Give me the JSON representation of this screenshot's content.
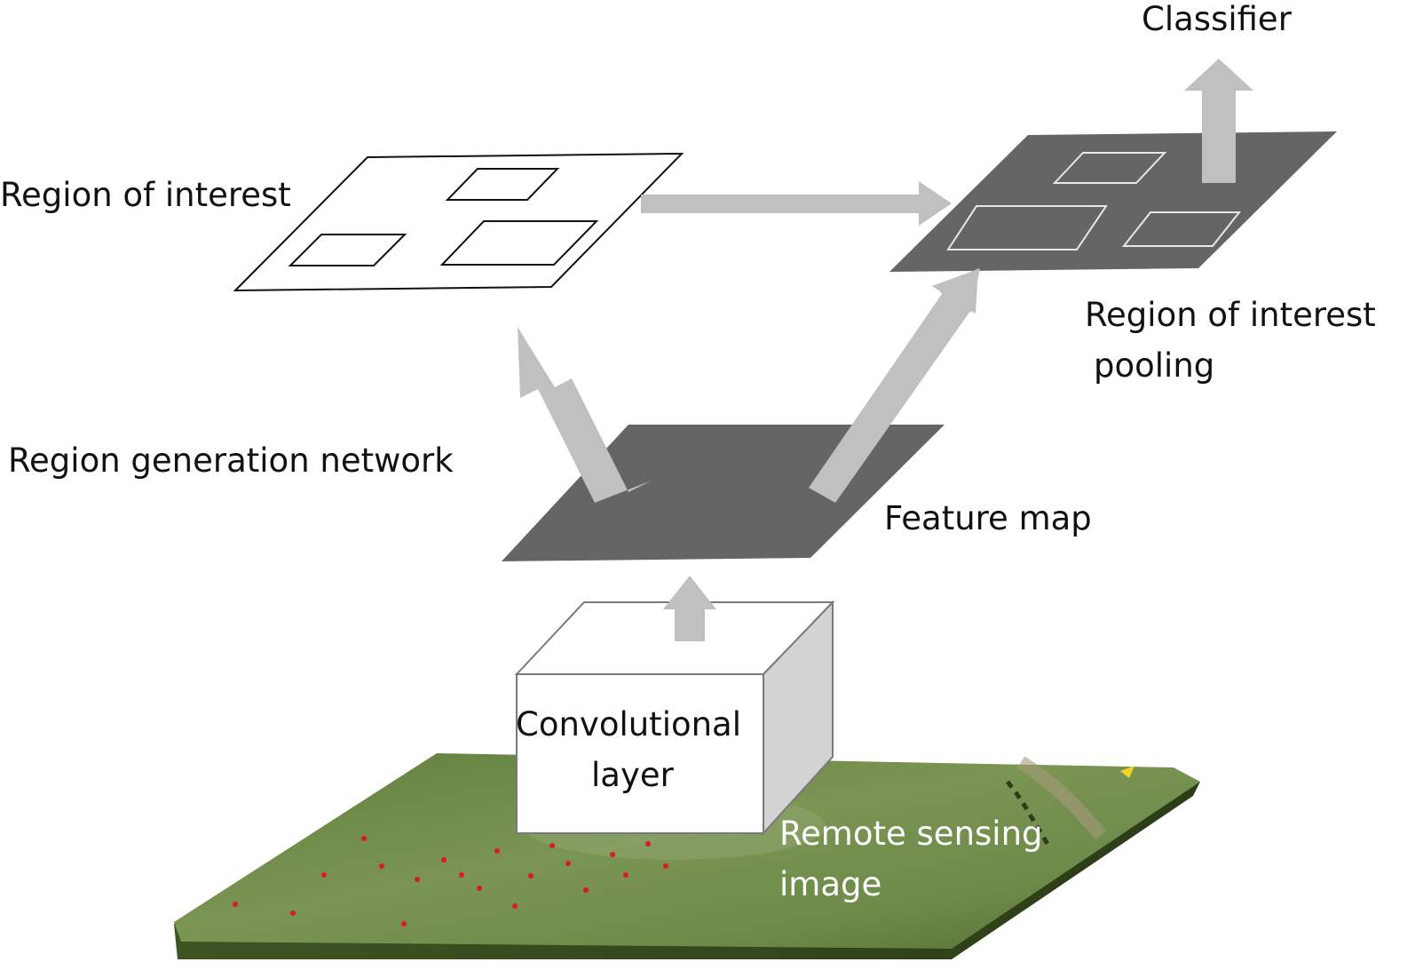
{
  "labels": {
    "classifier": "Classifier",
    "region_of_interest": "Region of interest",
    "roi_pooling_line1": "Region of interest",
    "roi_pooling_line2": "pooling",
    "region_generation_network": "Region generation network",
    "feature_map": "Feature map",
    "conv_line1": "Convolutional",
    "conv_line2": "layer",
    "remote_line1": "Remote sensing",
    "remote_line2": "image"
  },
  "colors": {
    "arrow": "#c0c0c0",
    "dark_plane": "#656565",
    "grass": "#6f8a4a",
    "cube_side": "#d3d3d3",
    "marker": "#d81b2a"
  }
}
